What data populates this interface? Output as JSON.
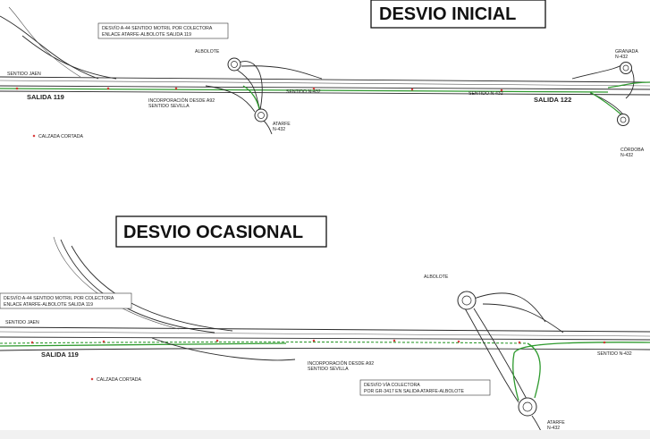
{
  "top": {
    "title": "DESVIO INICIAL",
    "note_line1": "DESVÍO A-44 SENTIDO MOTRIL POR COLECTORA",
    "note_line2": "ENLACE ATARFE-ALBOLOTE SALIDA 119",
    "sentido_jaen": "SENTIDO JAEN",
    "salida_119": "SALIDA 119",
    "incorporacion_1": "INCORPORACIÓN DESDE A92",
    "incorporacion_2": "SENTIDO SEVILLA",
    "albolote": "ALBOLOTE",
    "atarfe": "ATARFE",
    "atarfe_road": "N-432",
    "sentido_n432_a": "SENTIDO N-432",
    "sentido_n432_b": "SENTIDO N-432",
    "salida_122": "SALIDA 122",
    "granada": "GRANADA",
    "granada_road": "N-432",
    "cordoba": "CÓRDOBA",
    "cordoba_road": "N-432",
    "legend": "CALZADA CORTADA"
  },
  "bottom": {
    "title": "DESVIO OCASIONAL",
    "note_line1": "DESVÍO A-44 SENTIDO MOTRIL POR COLECTORA",
    "note_line2": "ENLACE ATARFE-ALBOLOTE SALIDA 119",
    "sentido_jaen": "SENTIDO JAEN",
    "salida_119": "SALIDA 119",
    "incorporacion_1": "INCORPORACIÓN DESDE A92",
    "incorporacion_2": "SENTIDO SEVILLA",
    "albolote": "ALBOLOTE",
    "colectora_1": "DESVÍO VÍA COLECTORA",
    "colectora_2": "POR GR-3417 EN SALIDA ATARFE-ALBOLOTE",
    "sentido_n432": "SENTIDO N-432",
    "atarfe": "ATARFE",
    "atarfe_road": "N-432",
    "legend": "CALZADA CORTADA"
  },
  "colors": {
    "detour": "#2e9a2e",
    "closed": "#d83030",
    "road": "#2b2b2b"
  }
}
